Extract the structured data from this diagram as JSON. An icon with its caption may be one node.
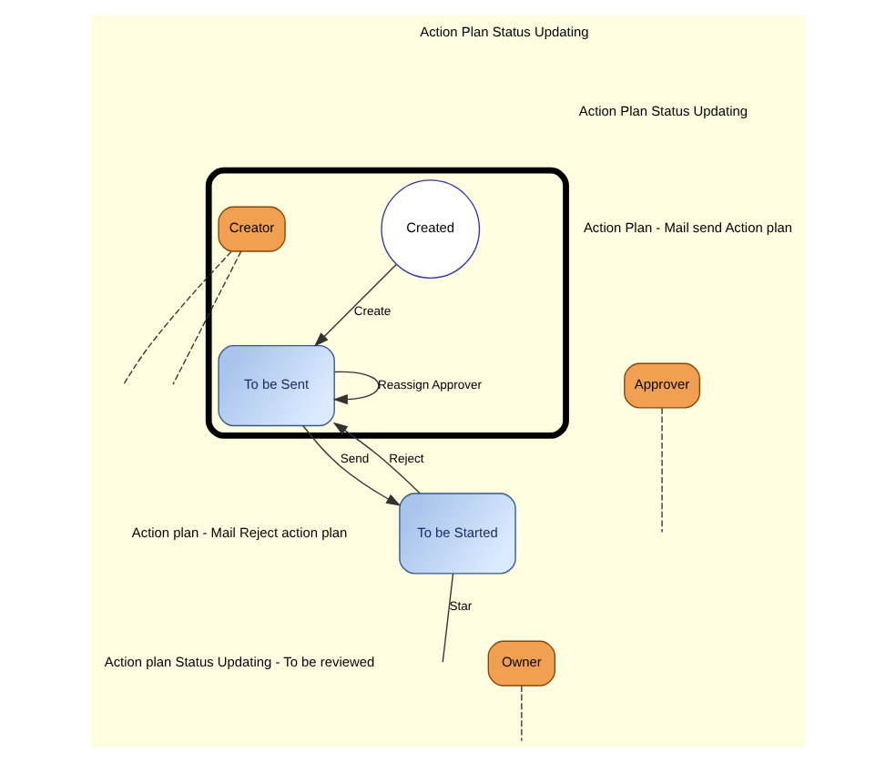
{
  "diagram": {
    "nodes": [
      {
        "text": [],
        "shape": "box"
      },
      {
        "text": [
          "Created"
        ],
        "in": 0
      },
      {
        "text": [
          "Creator"
        ],
        "in": 0
      },
      {
        "text": [
          "To be Sent"
        ],
        "in": 0
      },
      {
        "text": [
          "Approver"
        ]
      },
      {
        "text": [
          "To be Started"
        ]
      },
      {
        "text": [
          "Owner"
        ]
      }
    ],
    "edges": [
      {
        "from": 1,
        "to": 3,
        "label": "Create",
        "arrow": "to"
      },
      {
        "from": 2,
        "to": null,
        "arrow": "none",
        "style": "dashed"
      },
      {
        "from": 2,
        "to": null,
        "arrow": "none",
        "style": "dashed"
      },
      {
        "from": 3,
        "to": 3,
        "label": "Reassign Approver",
        "arrow": "to"
      },
      {
        "from": 3,
        "to": 5,
        "label": "Send",
        "arrow": "to"
      },
      {
        "from": 4,
        "to": null,
        "arrow": "none",
        "style": "dashed"
      },
      {
        "from": 5,
        "to": 3,
        "label": "Reject",
        "arrow": "to"
      },
      {
        "from": 6,
        "to": null,
        "arrow": "none",
        "style": "dashed"
      },
      {
        "from": 5,
        "to": null,
        "label": "Star",
        "arrow": "none"
      }
    ],
    "labels": [
      "Action Plan Status Updating",
      "Action Plan Status Updating",
      "Action Plan - Mail send Action plan",
      "Action plan - Mail Reject action plan",
      "Action plan Status Updating - To be reviewed"
    ]
  }
}
